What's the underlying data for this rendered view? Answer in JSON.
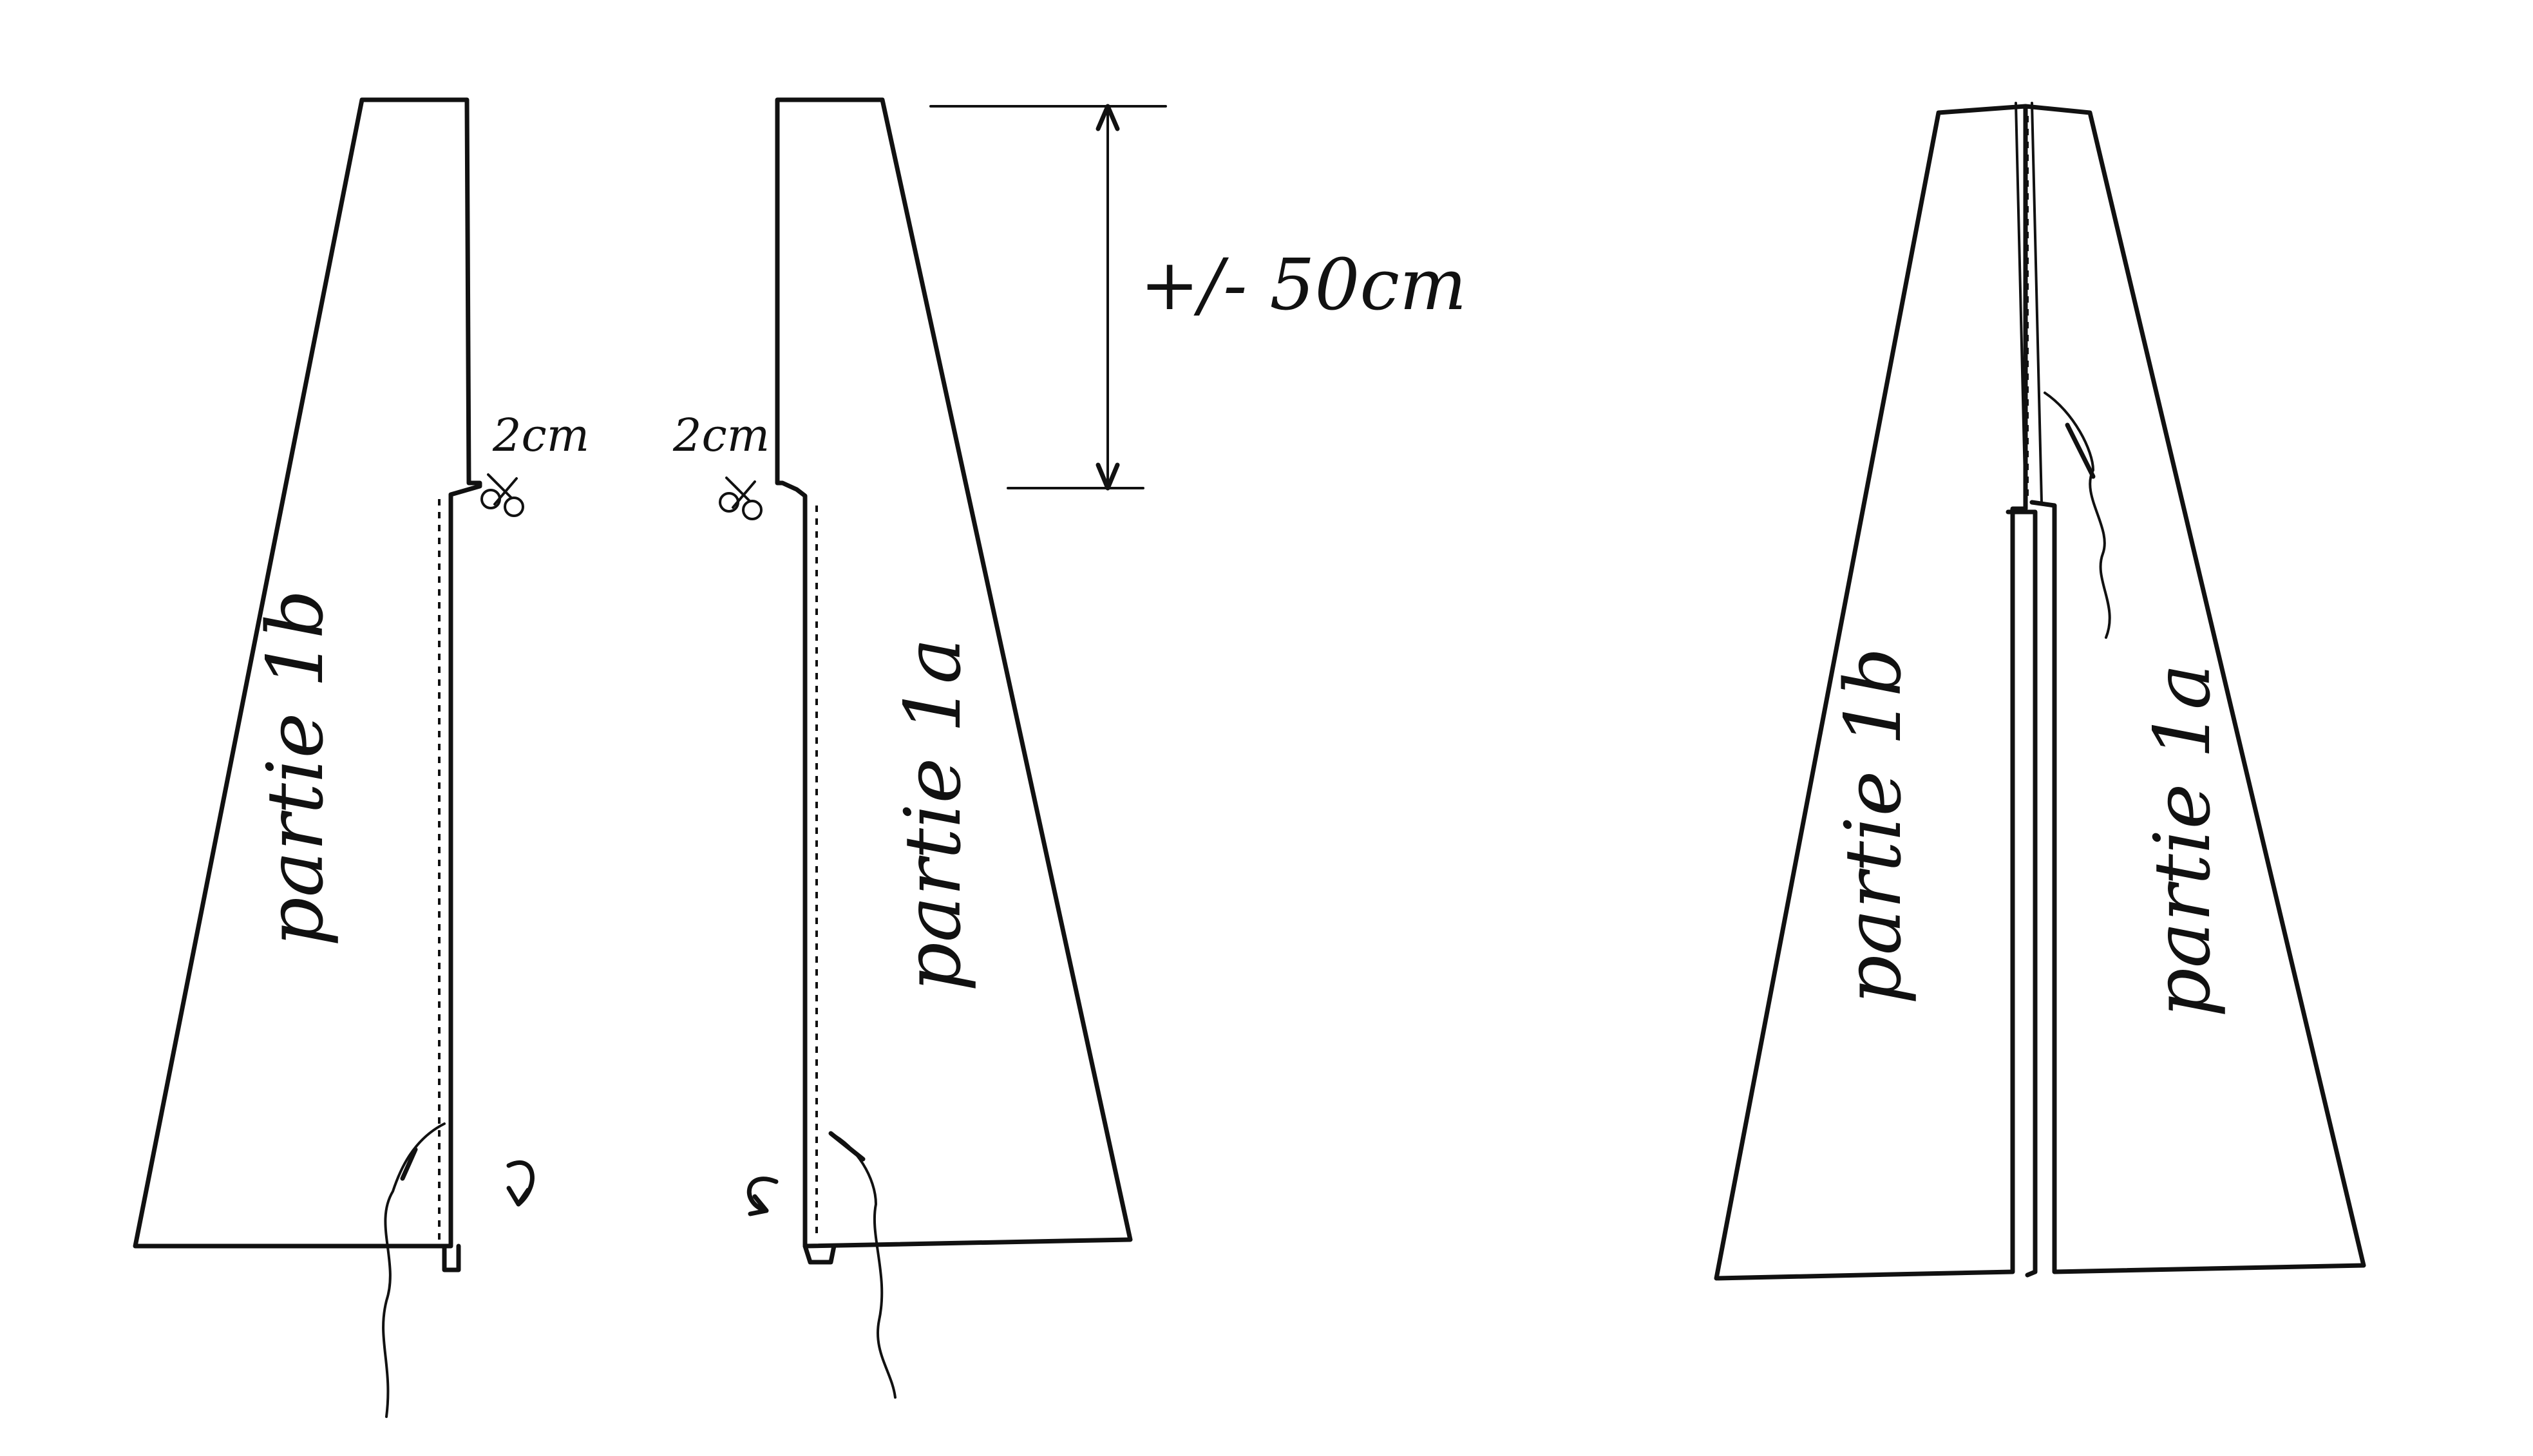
{
  "pieces": {
    "left_1b": "partie 1b",
    "middle_1a": "partie 1a",
    "assembled_1b": "partie 1b",
    "assembled_1a": "partie 1a"
  },
  "marks": {
    "notch_left": "2cm",
    "notch_middle": "2cm",
    "dimension": "+/- 50cm"
  },
  "icons": {
    "scissors": "scissors-icon",
    "fold_arrow": "fold-arrow-icon",
    "thread": "sewing-thread-icon"
  }
}
